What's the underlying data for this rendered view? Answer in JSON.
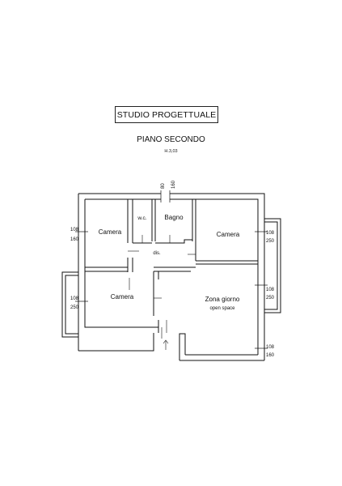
{
  "header": {
    "title": "STUDIO PROGETTUALE",
    "floor": "PIANO SECONDO",
    "height": "H.3,03"
  },
  "rooms": {
    "camera_1": "Camera",
    "wc": "w.c.",
    "bagno": "Bagno",
    "camera_2": "Camera",
    "dis": "dis.",
    "camera_3": "Camera",
    "zona_giorno": "Zona giorno",
    "open_space": "open space"
  },
  "windows": {
    "top_w": "80",
    "top_h": "160",
    "left_1_w": "108",
    "left_1_h": "160",
    "left_2_w": "108",
    "left_2_h": "250",
    "right_1_w": "108",
    "right_1_h": "250",
    "right_2_w": "108",
    "right_2_h": "250",
    "right_3_w": "108",
    "right_3_h": "160"
  }
}
